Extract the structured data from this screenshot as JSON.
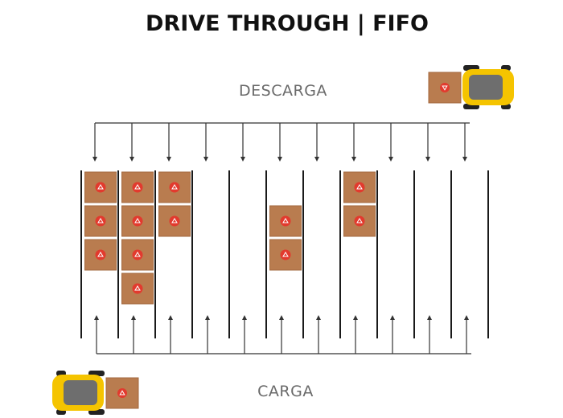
{
  "title": "DRIVE THROUGH | FIFO",
  "unload_label": "DESCARGA",
  "load_label": "CARGA",
  "colors": {
    "title": "#111111",
    "zone_label": "#6a6a6a",
    "rail": "#1a1a1a",
    "arrow": "#333333",
    "box": "#b97c4f",
    "box_edge": "#a3693f",
    "logo": "#e23a2e",
    "truck_body": "#f5c400",
    "truck_window": "#6e6e6e",
    "truck_tire": "#222222"
  },
  "icons": {
    "box_logo": "red-triangle-logo-icon",
    "truck": "forklift-truck-icon"
  },
  "lanes": [
    {
      "name": "lane-1",
      "boxes": 3
    },
    {
      "name": "lane-2",
      "boxes": 4
    },
    {
      "name": "lane-3",
      "boxes": 2
    },
    {
      "name": "lane-4",
      "boxes": 0
    },
    {
      "name": "lane-5",
      "boxes": 0
    },
    {
      "name": "lane-6",
      "boxes": 2
    },
    {
      "name": "lane-7",
      "boxes": 0
    },
    {
      "name": "lane-8",
      "boxes": 2
    },
    {
      "name": "lane-9",
      "boxes": 0
    },
    {
      "name": "lane-10",
      "boxes": 0
    },
    {
      "name": "lane-11",
      "boxes": 0
    }
  ]
}
